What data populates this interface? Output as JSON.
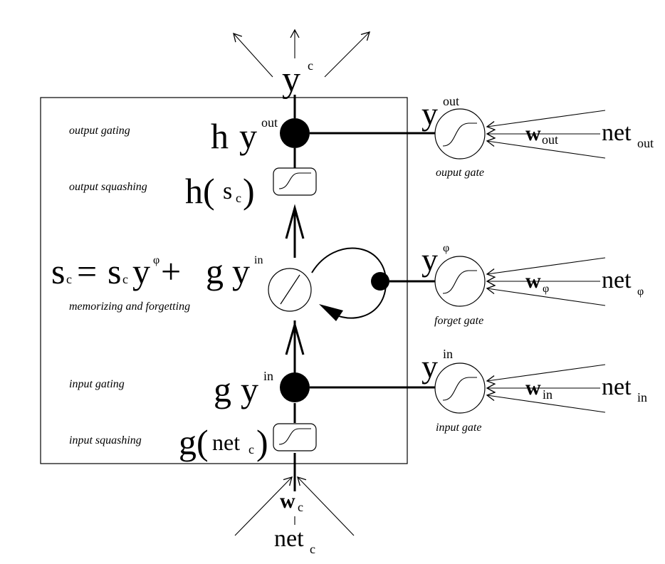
{
  "top_output": {
    "base": "y",
    "sup": "c"
  },
  "cell": {
    "output_gating": {
      "label": "output gating",
      "h": "h",
      "y": "y",
      "sup": "out"
    },
    "output_squashing": {
      "label": "output squashing",
      "func": "h(",
      "arg": "s",
      "arg_sub": "c",
      "close": ")"
    },
    "state_equation": {
      "lhs": "s",
      "lhs_sub": "c",
      "eq": "=",
      "s": "s",
      "s_sub": "c",
      "y1": "y",
      "y1_sup": "φ",
      "plus": "+",
      "g": "g",
      "y2": "y",
      "y2_sup": "in"
    },
    "memorizing_label": "memorizing and forgetting",
    "input_gating": {
      "label": "input gating",
      "g": "g",
      "y": "y",
      "sup": "in"
    },
    "input_squashing": {
      "label": "input squashing",
      "func": "g(",
      "arg": "net",
      "arg_sub": "c",
      "close": ")"
    }
  },
  "gates": [
    {
      "id": "output",
      "label": "ouput gate",
      "y_sup": "out",
      "w": "w",
      "w_sub": "out",
      "net": "net",
      "net_sub": "out"
    },
    {
      "id": "forget",
      "label": "forget gate",
      "y_sup": "φ",
      "w": "w",
      "w_sub": "φ",
      "net": "net",
      "net_sub": "φ"
    },
    {
      "id": "input",
      "label": "input gate",
      "y_sup": "in",
      "w": "w",
      "w_sub": "in",
      "net": "net",
      "net_sub": "in"
    }
  ],
  "bottom_input": {
    "w": "w",
    "w_sub": "c",
    "net": "net",
    "net_sub": "c"
  }
}
